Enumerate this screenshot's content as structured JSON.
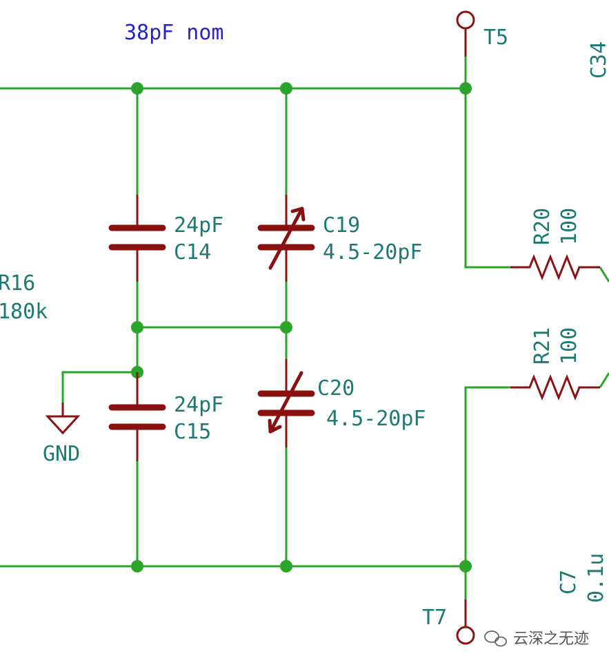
{
  "colors": {
    "wire": "#2aa52a",
    "component": "#8b1010",
    "label": "#1c7a73",
    "annotation": "#2424c8"
  },
  "annotation": "38pF nom",
  "terminals": {
    "top": "T5",
    "bottom": "T7"
  },
  "components": {
    "c14": {
      "value": "24pF",
      "ref": "C14"
    },
    "c15": {
      "value": "24pF",
      "ref": "C15"
    },
    "c19": {
      "ref": "C19",
      "value": "4.5-20pF"
    },
    "c20": {
      "ref": "C20",
      "value": "4.5-20pF"
    },
    "r16": {
      "ref": "R16",
      "value": "180k"
    },
    "r20": {
      "ref": "R20",
      "value": "100"
    },
    "r21": {
      "ref": "R21",
      "value": "100"
    },
    "c34": {
      "ref": "C34"
    },
    "c7": {
      "ref": "C7",
      "value": "0.1u"
    }
  },
  "gnd_label": "GND",
  "watermark": "云深之无迹"
}
